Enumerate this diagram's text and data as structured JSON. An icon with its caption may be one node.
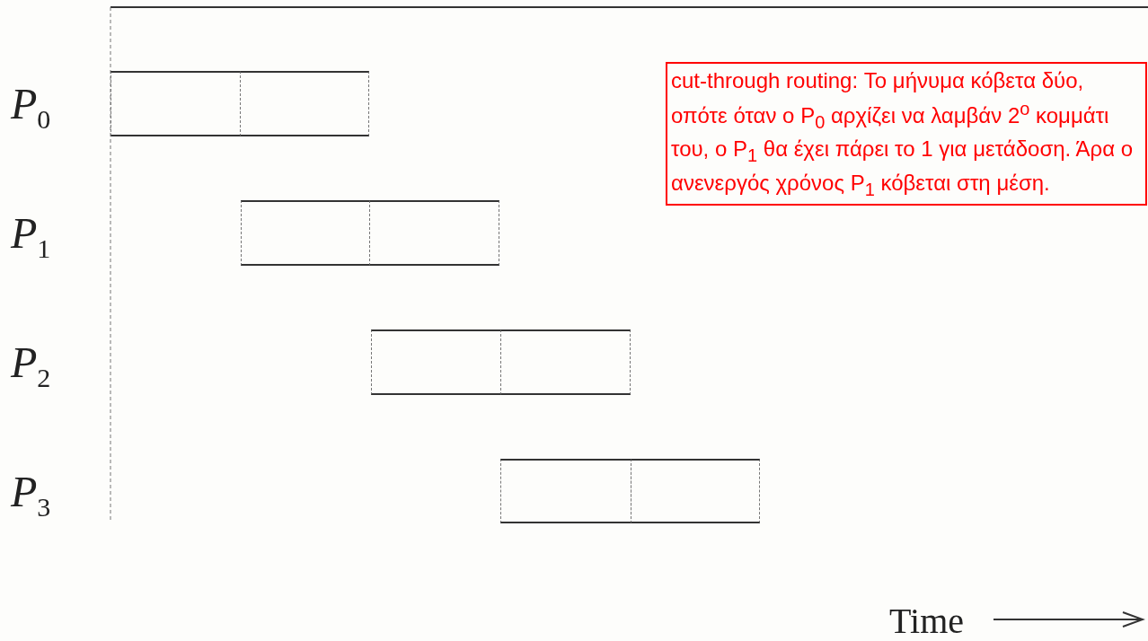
{
  "diagram": {
    "nodes": [
      {
        "text": [
          "cut-through routing: Το μήνυμα κόβετα δύο, οπότε όταν ο P$_{0}$ αρχίζει να λαμβάν 2$^{ο}$ κομμάτι του, ο P$_{1}$ θα έχει πάρει το 1 για μετάδοση. Άρα ο ανενεργός χρόνος P$_{1}$ κόβεται στη μέση."
        ]
      },
      {
        "text": [],
        "shape": "box"
      },
      {
        "text": [],
        "shape": "box"
      },
      {
        "text": [],
        "shape": "box"
      },
      {
        "text": [],
        "shape": "box"
      },
      {
        "text": [],
        "shape": "box"
      },
      {
        "text": [],
        "shape": "box"
      },
      {
        "text": [],
        "shape": "box"
      },
      {
        "text": [],
        "shape": "box"
      }
    ],
    "labels": [
      "*P*$_{0}$",
      "*P*$_{1}$",
      "*P*$_{2}$",
      "*P*$_{3}$",
      "Time"
    ]
  }
}
